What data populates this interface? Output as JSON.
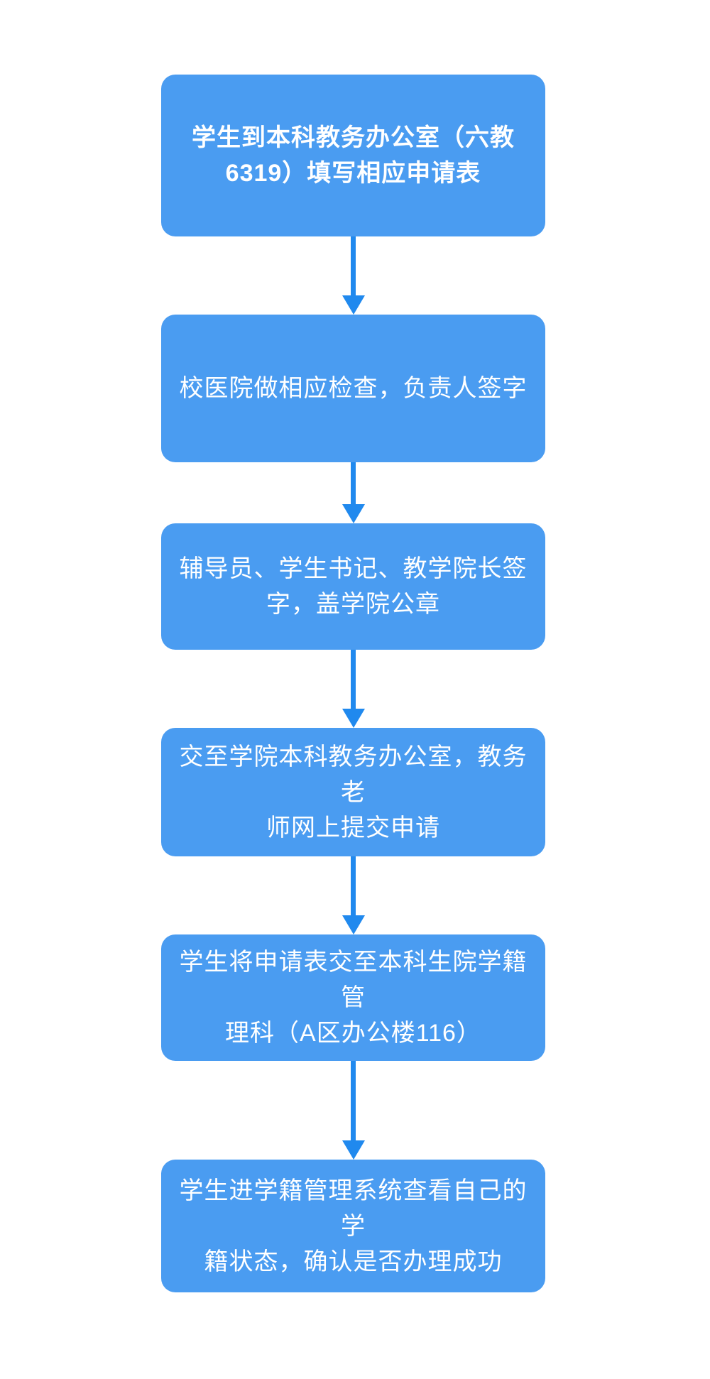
{
  "flowchart": {
    "colors": {
      "background": "#ffffff",
      "box_fill": "#4a9cf1",
      "arrow": "#2089ee",
      "text": "#ffffff"
    },
    "steps": [
      {
        "text": "学生到本科教务办公室（六教\n6319）填写相应申请表",
        "emphasis": "bold"
      },
      {
        "text": "校医院做相应检查，负责人签字",
        "emphasis": "regular"
      },
      {
        "text": "辅导员、学生书记、教学院长签\n字，盖学院公章",
        "emphasis": "regular"
      },
      {
        "text": "交至学院本科教务办公室，教务老\n师网上提交申请",
        "emphasis": "regular"
      },
      {
        "text": "学生将申请表交至本科生院学籍管\n理科（A区办公楼116）",
        "emphasis": "regular"
      },
      {
        "text": "学生进学籍管理系统查看自己的学\n籍状态，确认是否办理成功",
        "emphasis": "regular"
      }
    ]
  }
}
